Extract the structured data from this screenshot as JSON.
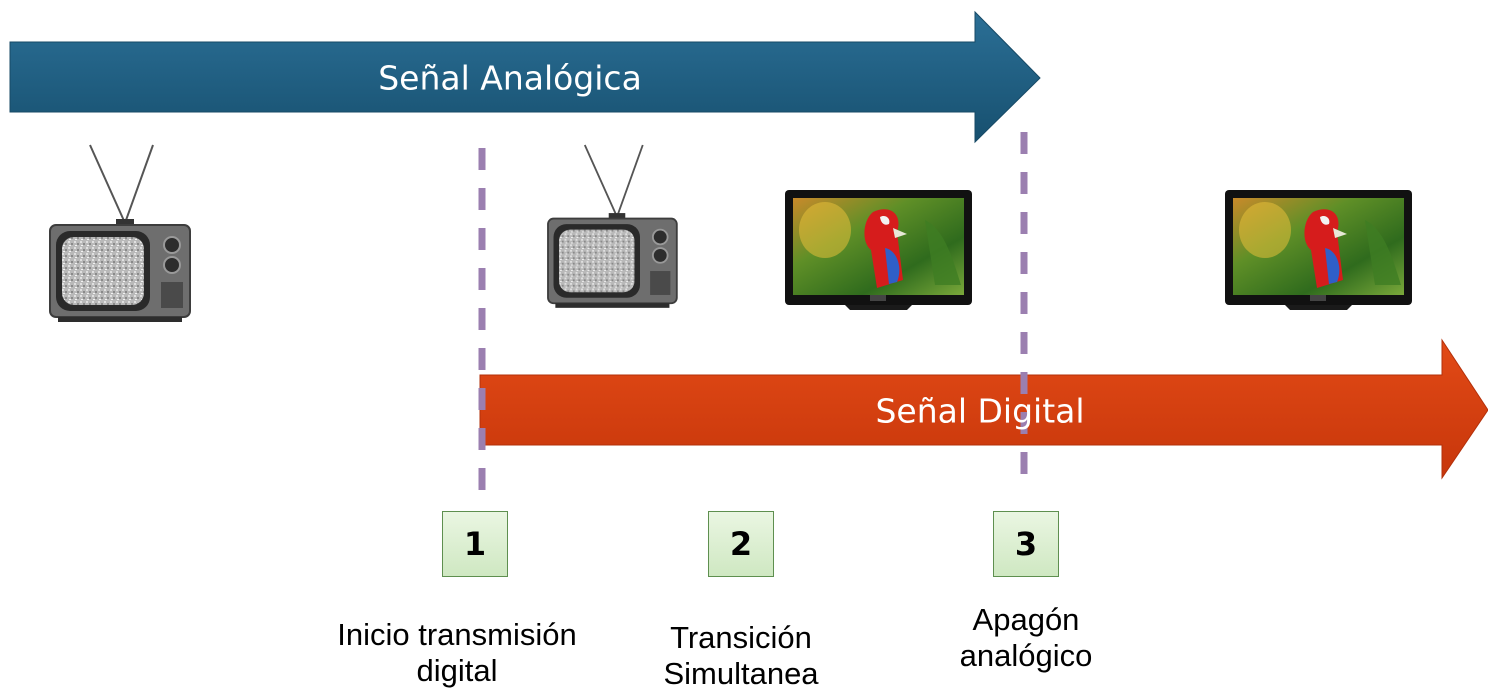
{
  "analog_arrow": {
    "label": "Señal Analógica",
    "color": "#1f5f87"
  },
  "digital_arrow": {
    "label": "Señal Digital",
    "color": "#d8400f"
  },
  "divider_color": "#9b7fb0",
  "steps": [
    {
      "number": "1",
      "label_line1": "Inicio transmisión",
      "label_line2": "digital"
    },
    {
      "number": "2",
      "label_line1": "Transición",
      "label_line2": "Simultanea"
    },
    {
      "number": "3",
      "label_line1": "Apagón",
      "label_line2": "analógico"
    }
  ],
  "images": {
    "old_tv": "retro-tv-icon",
    "flat_tv": "flat-screen-tv-icon"
  }
}
